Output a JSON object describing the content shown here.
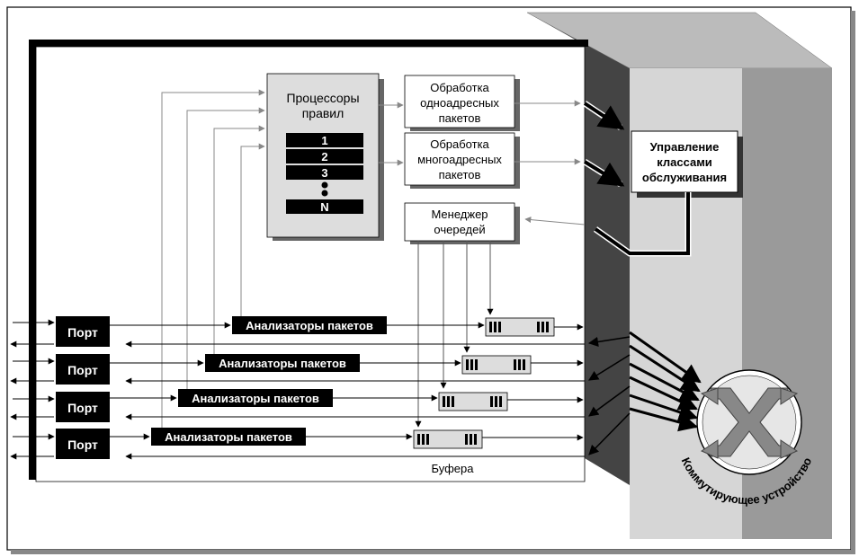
{
  "processors": {
    "title_line1": "Процессоры",
    "title_line2": "правил",
    "rules": [
      "1",
      "2",
      "3",
      "N"
    ]
  },
  "unicast": [
    "Обработка",
    "одноадресных",
    "пакетов"
  ],
  "multicast": [
    "Обработка",
    "многоадресных",
    "пакетов"
  ],
  "queue_manager": [
    "Менеджер",
    "очередей"
  ],
  "cos": [
    "Управление",
    "классами",
    "обслуживания"
  ],
  "ports": [
    "Порт",
    "Порт",
    "Порт",
    "Порт"
  ],
  "analyzers": [
    "Анализаторы пакетов",
    "Анализаторы пакетов",
    "Анализаторы пакетов",
    "Анализаторы пакетов"
  ],
  "buffers_label": "Буфера",
  "switch_label": "Коммутирующее устройство"
}
